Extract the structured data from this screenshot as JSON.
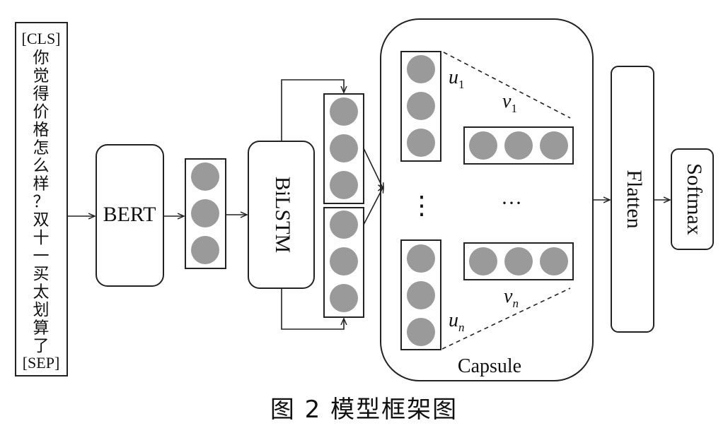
{
  "input_tokens": [
    "[CLS]",
    "你",
    "觉",
    "得",
    "价",
    "格",
    "怎",
    "么",
    "样",
    "？",
    "双",
    "十",
    "一",
    "买",
    "太",
    "划",
    "算",
    "了",
    "[SEP]"
  ],
  "blocks": {
    "bert": "BERT",
    "bilstm": "BiLSTM",
    "capsule": "Capsule",
    "flatten": "Flatten",
    "softmax": "Softmax"
  },
  "capsule_labels": {
    "u1_base": "u",
    "u1_sub": "1",
    "v1_base": "v",
    "v1_sub": "1",
    "un_base": "u",
    "un_sub": "n",
    "vn_base": "v",
    "vn_sub": "n"
  },
  "ellipsis_vertical": "⋮",
  "ellipsis_horizontal": "···",
  "caption": "图 2   模型框架图"
}
